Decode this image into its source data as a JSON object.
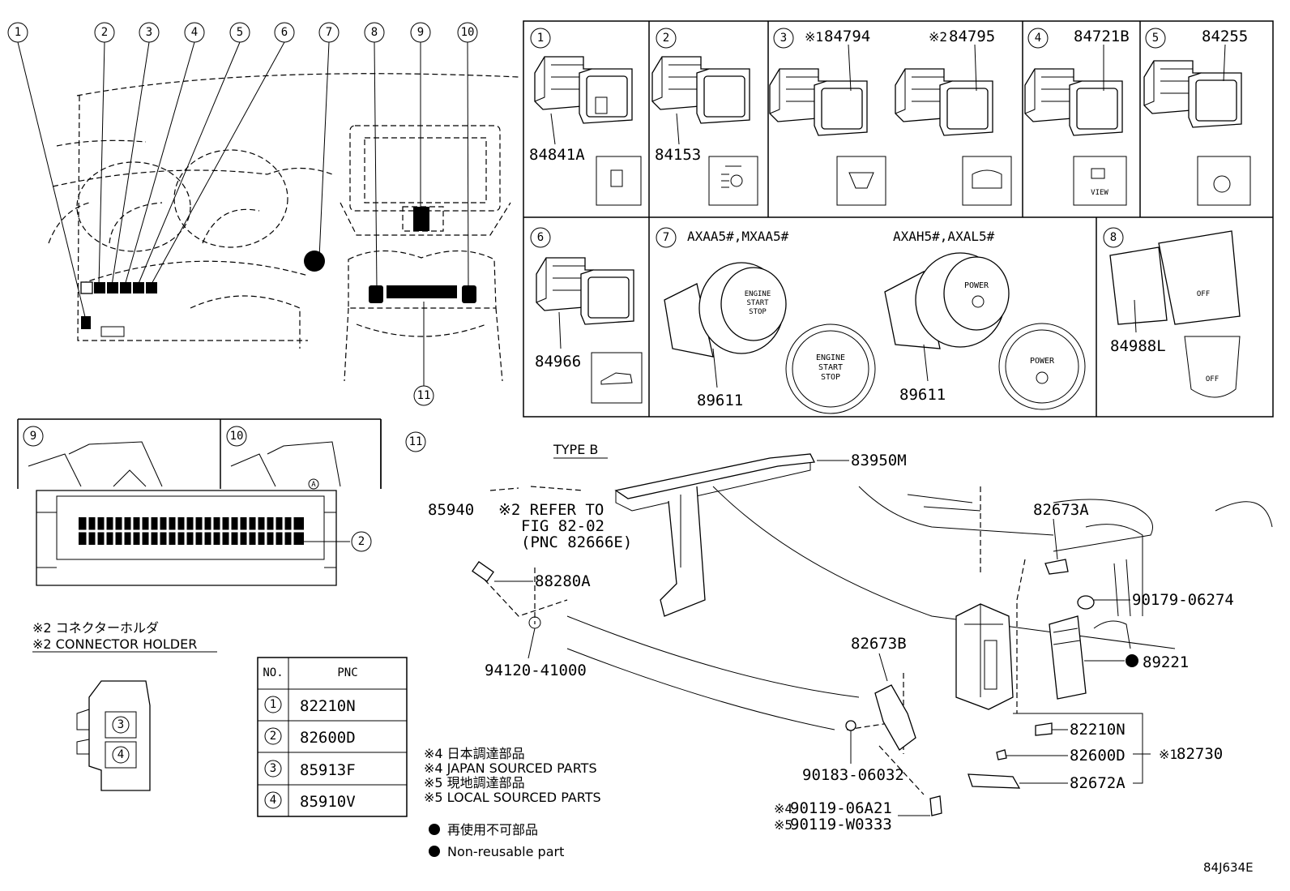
{
  "overview_callouts": [
    "1",
    "2",
    "3",
    "4",
    "5",
    "6",
    "7",
    "8",
    "9",
    "10",
    "11"
  ],
  "panel1": {
    "num": "1",
    "part": "84841A"
  },
  "panel2": {
    "num": "2",
    "part": "84153"
  },
  "panel3": {
    "num": "3",
    "mark1": "※1",
    "part1": "84794",
    "mark2": "※2",
    "part2": "84795"
  },
  "panel4": {
    "num": "4",
    "part": "84721B",
    "icon_text": "VIEW"
  },
  "panel5": {
    "num": "5",
    "part": "84255"
  },
  "panel6": {
    "num": "6",
    "part": "84966"
  },
  "panel7": {
    "num": "7",
    "model1": "AXAA5#,MXAA5#",
    "model2": "AXAH5#,AXAL5#",
    "part1": "89611",
    "part2": "89611",
    "engine_label": [
      "ENGINE",
      "START",
      "STOP"
    ],
    "power_label": "POWER"
  },
  "panel8": {
    "num": "8",
    "part": "84988L",
    "off_label": "OFF"
  },
  "panel9": {
    "num": "9"
  },
  "panel10": {
    "num": "10",
    "icon_text": "A"
  },
  "connector": {
    "callout": "2",
    "note_jp": "※2 コネクターホルダ",
    "note_en": "※2 CONNECTOR HOLDER",
    "holder_callouts": [
      "3",
      "4"
    ]
  },
  "pnc_table": {
    "headers": [
      "NO.",
      "PNC"
    ],
    "rows": [
      {
        "no": "1",
        "pnc": "82210N"
      },
      {
        "no": "2",
        "pnc": "82600D"
      },
      {
        "no": "3",
        "pnc": "85913F"
      },
      {
        "no": "4",
        "pnc": "85910V"
      }
    ]
  },
  "panel11": {
    "num": "11",
    "type": "TYPE B",
    "parts": {
      "p83950M": "83950M",
      "p85940": "85940",
      "p88280A": "88280A",
      "p94120": "94120-41000",
      "p82673A": "82673A",
      "p90179": "90179-06274",
      "p82673B": "82673B",
      "p89221": "89221",
      "p82210N": "82210N",
      "p82600D": "82600D",
      "p82672A": "82672A",
      "p82730": "82730",
      "p82730_mark": "※1",
      "p90183": "90183-06032",
      "p90119a": "90119-06A21",
      "p90119a_mark": "※4",
      "p90119b": "90119-W0333",
      "p90119b_mark": "※5"
    },
    "refer": [
      "※2 REFER TO",
      "FIG 82-02",
      "(PNC 82666E)"
    ]
  },
  "notes": [
    "※4 日本調達部品",
    "※4 JAPAN SOURCED PARTS",
    "※5 現地調達部品",
    "※5 LOCAL SOURCED PARTS"
  ],
  "legend": {
    "jp": "再使用不可部品",
    "en": "Non-reusable part"
  },
  "figure_id": "84J634E"
}
